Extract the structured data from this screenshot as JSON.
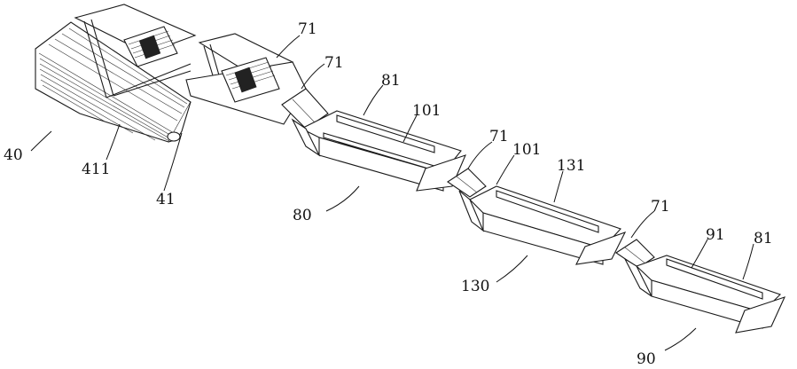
{
  "labels": {
    "l40": "40",
    "l411": "411",
    "l41": "41",
    "l71a": "71",
    "l71b": "71",
    "l81a": "81",
    "l101a": "101",
    "l80": "80",
    "l71c": "71",
    "l101b": "101",
    "l131": "131",
    "l130": "130",
    "l71d": "71",
    "l91": "91",
    "l81b": "81",
    "l90": "90"
  }
}
